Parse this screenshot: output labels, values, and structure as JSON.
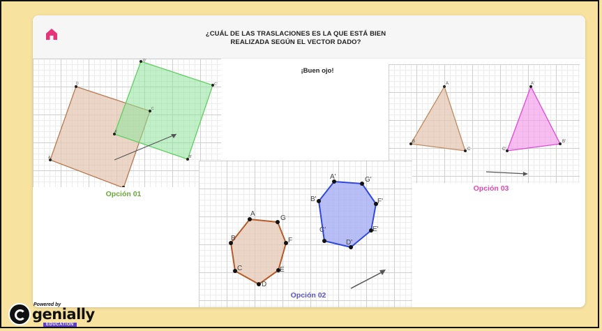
{
  "header": {
    "title": "¿CUÁL DE LAS TRASLACIONES ES LA QUE ESTÁ BIEN REALIZADA SEGÚN EL VECTOR DADO?",
    "home_icon": "home-icon",
    "home_color": "#e8327a"
  },
  "main": {
    "hint": "¡Buen ojo!",
    "options": [
      {
        "label": "Opción 01",
        "color": "#6aa63a"
      },
      {
        "label": "Opción 02",
        "color": "#5a55c9"
      },
      {
        "label": "Opción 03",
        "color": "#e048b0"
      }
    ],
    "option1_vertices": {
      "original": [
        "A",
        "B",
        "C",
        "D"
      ],
      "translated": [
        "A'",
        "B'",
        "C'",
        "D'"
      ]
    },
    "option2_vertices": {
      "original": [
        "A",
        "G",
        "F",
        "E",
        "D",
        "C",
        "B"
      ],
      "translated": [
        "A'",
        "G'",
        "F'",
        "E'",
        "D'",
        "C'",
        "B'"
      ]
    },
    "option3_vertices": {
      "original": [
        "A",
        "B",
        "C"
      ],
      "translated": [
        "A'",
        "B'",
        "C'"
      ]
    }
  },
  "footer": {
    "powered_by": "Powered by",
    "brand": "genially",
    "edition": "EDUCATION"
  }
}
